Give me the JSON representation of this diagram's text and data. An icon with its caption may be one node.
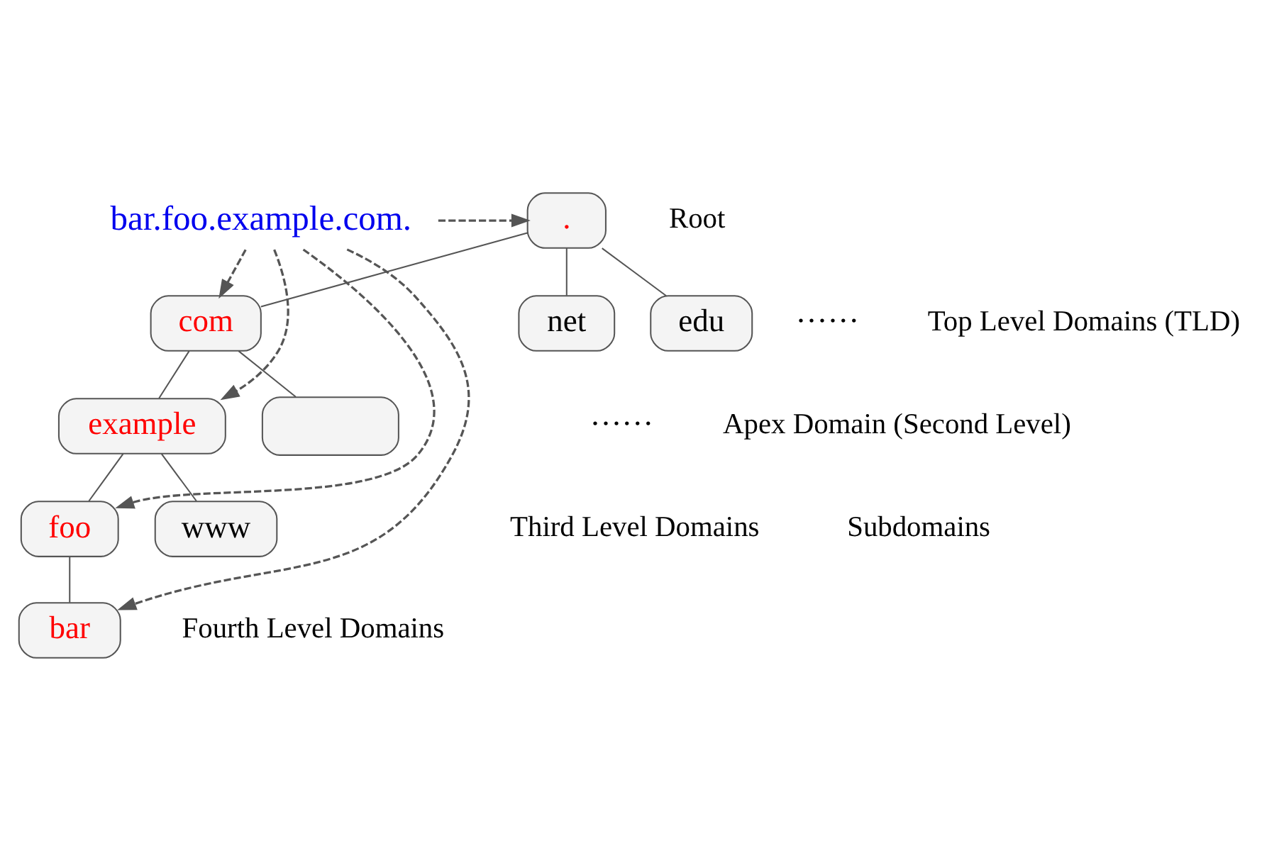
{
  "diagram": {
    "nodes": [
      {
        "text": [
          "."
        ]
      },
      {
        "text": [
          "net"
        ]
      },
      {
        "text": [
          "com"
        ]
      },
      {
        "text": [
          "edu"
        ]
      },
      {
        "text": [
          "example"
        ]
      },
      {
        "text": [],
        "shape": "box"
      },
      {
        "text": [
          "foo"
        ]
      },
      {
        "text": [
          "www"
        ]
      },
      {
        "text": [
          "bar"
        ]
      },
      {
        "text": [
          "bar.foo.example.com."
        ]
      }
    ],
    "edges": [
      {
        "from": 0,
        "to": 1,
        "arrow": "none"
      },
      {
        "from": 0,
        "to": 2,
        "arrow": "none"
      },
      {
        "from": 0,
        "to": 3,
        "arrow": "none"
      },
      {
        "from": 2,
        "to": 4,
        "arrow": "none"
      },
      {
        "from": 2,
        "to": 5,
        "arrow": "none"
      },
      {
        "from": 4,
        "to": 6,
        "arrow": "none"
      },
      {
        "from": 4,
        "to": 7,
        "arrow": "none"
      },
      {
        "from": 6,
        "to": 8,
        "arrow": "none"
      },
      {
        "from": 9,
        "to": 0,
        "arrow": "to",
        "style": "dashed"
      },
      {
        "from": 9,
        "to": 2,
        "arrow": "to",
        "style": "dashed"
      },
      {
        "from": 9,
        "to": 4,
        "arrow": "to",
        "style": "dashed"
      },
      {
        "from": 9,
        "to": 6,
        "arrow": "to",
        "style": "dashed"
      },
      {
        "from": 9,
        "to": 8,
        "arrow": "to",
        "style": "dashed"
      }
    ],
    "labels": [
      "Root",
      "······",
      "Top Level Domains (TLD)",
      "······",
      "Apex Domain (Second Level)",
      "Third Level Domains",
      "Subdomains",
      "Fourth Level Domains"
    ]
  }
}
